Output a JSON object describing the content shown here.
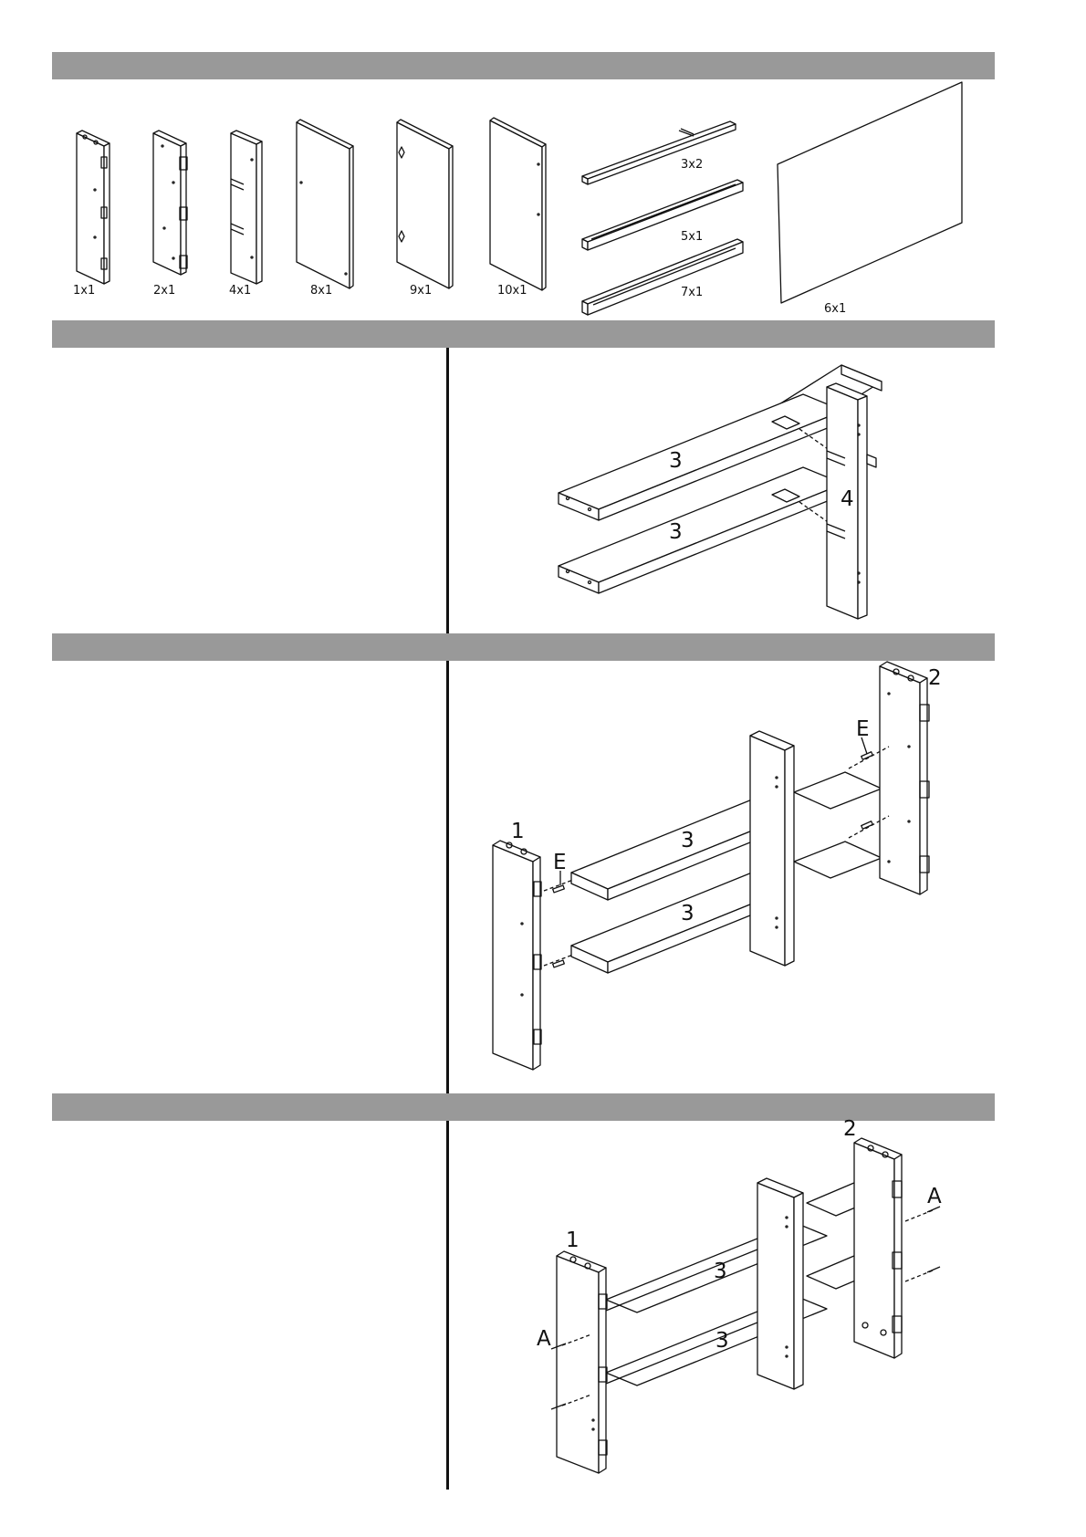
{
  "parts": [
    {
      "id": "part-1",
      "qty": "1x1"
    },
    {
      "id": "part-2",
      "qty": "2x1"
    },
    {
      "id": "part-4",
      "qty": "4x1"
    },
    {
      "id": "part-8",
      "qty": "8x1"
    },
    {
      "id": "part-9",
      "qty": "9x1"
    },
    {
      "id": "part-10",
      "qty": "10x1"
    },
    {
      "id": "part-3",
      "qty": "3x2"
    },
    {
      "id": "part-5",
      "qty": "5x1"
    },
    {
      "id": "part-7",
      "qty": "7x1"
    },
    {
      "id": "part-6",
      "qty": "6x1"
    }
  ],
  "step1": {
    "shelf_top": "3",
    "shelf_bottom": "3",
    "divider": "4"
  },
  "step2": {
    "side_left": "1",
    "side_right": "2",
    "shelf_top": "3",
    "shelf_bottom": "3",
    "fitting_left": "E",
    "fitting_right": "E"
  },
  "step3": {
    "side_left": "1",
    "side_right": "2",
    "shelf_top": "3",
    "shelf_bottom": "3",
    "fitting_left": "A",
    "fitting_right": "A"
  }
}
